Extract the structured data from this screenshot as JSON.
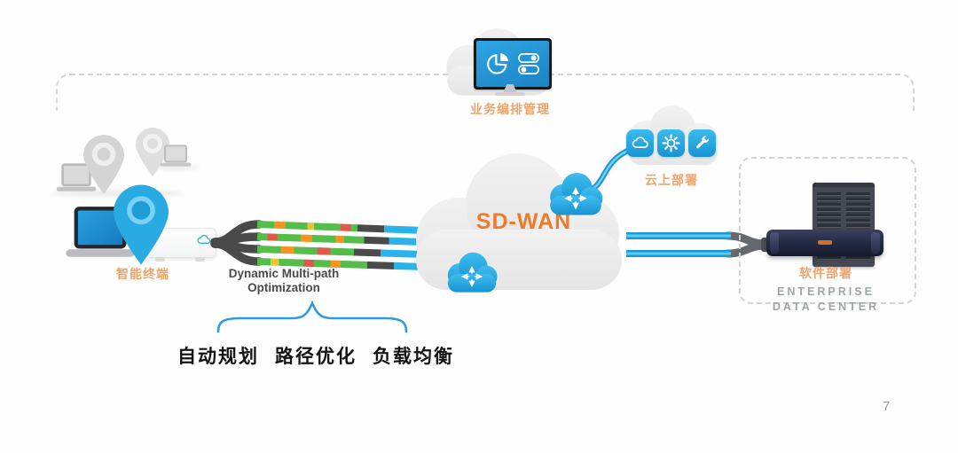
{
  "page": {
    "number": "7"
  },
  "colors": {
    "accent_orange": "#EC7C2B",
    "label_orange": "#EFA36B",
    "accent_blue": "#29ABE2",
    "cloud_gray": "#EBEBEB",
    "text_dark": "#141414",
    "text_gray": "#9FA4A9",
    "cable_green": "#55BE4B",
    "cable_orange": "#F7941D",
    "cable_red": "#E2574C",
    "cable_yellow": "#E8C531",
    "cable_dark": "#4A4A4A"
  },
  "orchestration": {
    "label": "业务编排管理",
    "icon": "dashboard-monitor-icon"
  },
  "terminals": {
    "label": "智能终端",
    "icons": [
      "laptop-icon",
      "location-pin-icon",
      "edge-device"
    ]
  },
  "dmpo": {
    "line1": "Dynamic Multi-path",
    "line2": "Optimization",
    "features": [
      "自动规划",
      "路径优化",
      "负载均衡"
    ]
  },
  "sdwan": {
    "label": "SD-WAN"
  },
  "cloud_deploy": {
    "label": "云上部署",
    "icons": [
      "cloud-icon",
      "gear-icon",
      "wrench-icon"
    ]
  },
  "software_deploy": {
    "label": "软件部署"
  },
  "datacenter": {
    "line1": "ENTERPRISE",
    "line2": "DATA CENTER"
  }
}
